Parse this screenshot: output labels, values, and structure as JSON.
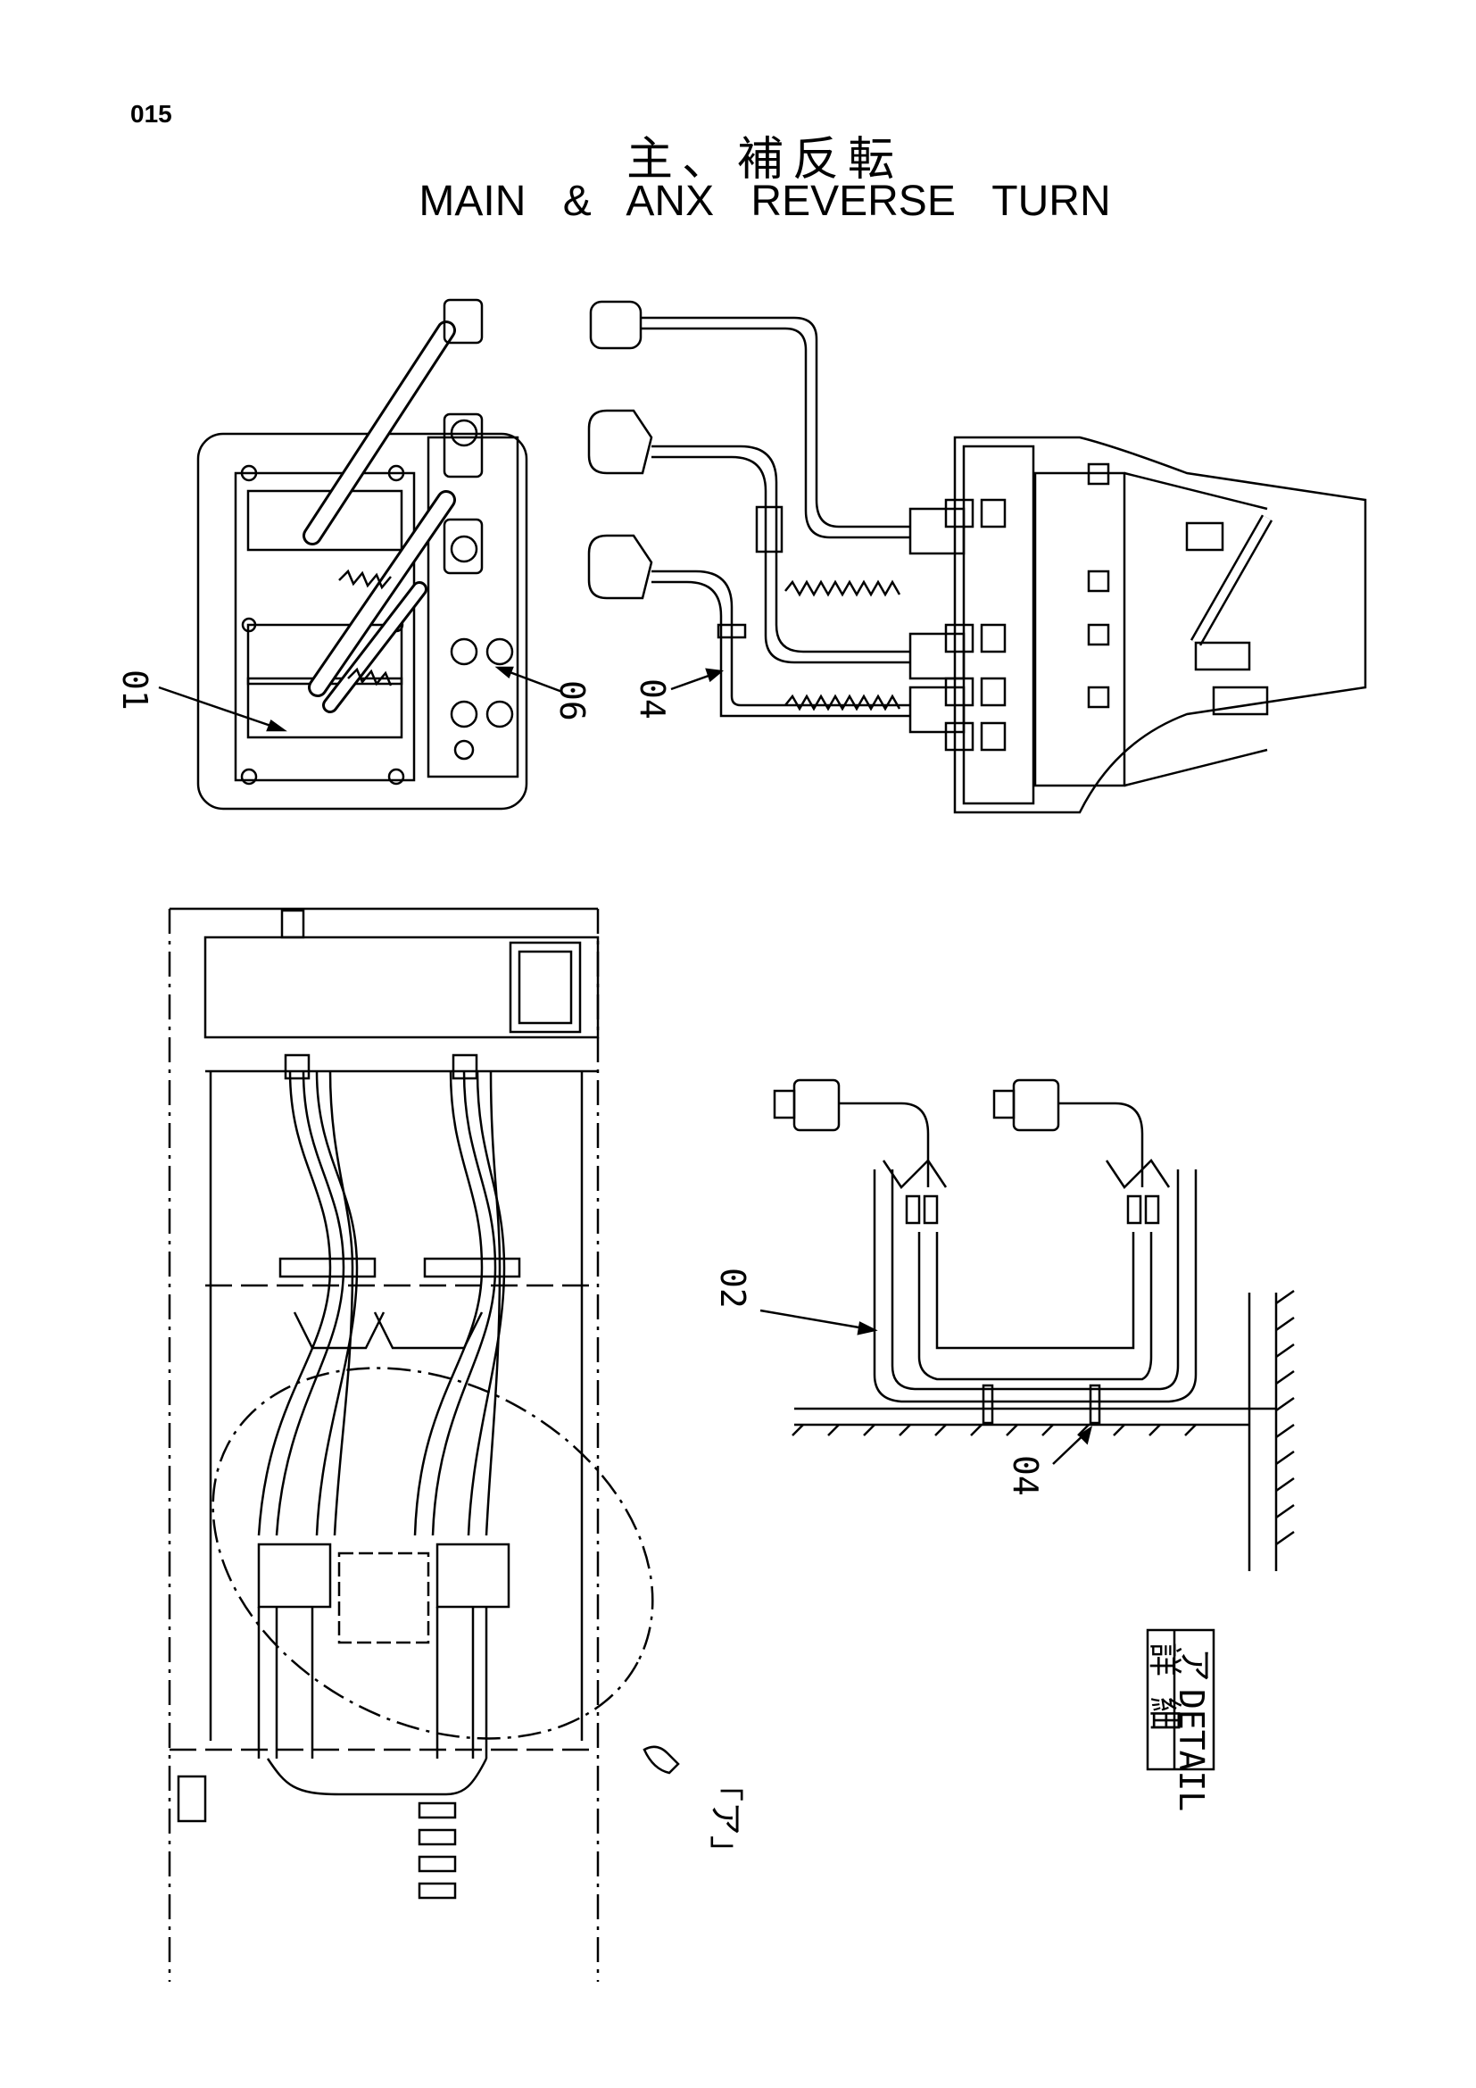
{
  "page": {
    "number": "015"
  },
  "title": {
    "japanese": "主、補反転",
    "english": "MAIN & ANX    REVERSE    TURN"
  },
  "callouts": {
    "c01": "01",
    "c06": "06",
    "c04_top": "04",
    "c02": "02",
    "c04_detail": "04"
  },
  "detail_ref": {
    "mark": "「ア」",
    "box_jp": "詳 細",
    "box_en": "DETAIL",
    "box_key": "ア"
  }
}
